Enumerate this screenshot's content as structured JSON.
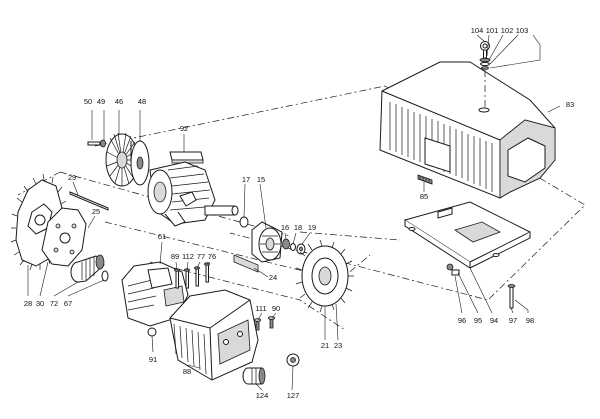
{
  "labels": {
    "p104": "104",
    "p101": "101",
    "p102": "102",
    "p103": "103",
    "p83": "83",
    "p85": "85",
    "p96": "96",
    "p95": "95",
    "p94": "94",
    "p97": "97",
    "p98": "98",
    "p50": "50",
    "p49": "49",
    "p46": "46",
    "p48": "48",
    "p92": "92",
    "p29": "29",
    "p25": "25",
    "p17": "17",
    "p15": "15",
    "p16": "16",
    "p18": "18",
    "p19": "19",
    "p61": "61",
    "p89": "89",
    "p112": "112",
    "p77": "77",
    "p76": "76",
    "p24": "24",
    "p28": "28",
    "p30": "30",
    "p72": "72",
    "p67": "67",
    "p111": "111",
    "p90": "90",
    "p21": "21",
    "p23": "23",
    "p91": "91",
    "p88": "88",
    "p124": "124",
    "p127": "127"
  }
}
